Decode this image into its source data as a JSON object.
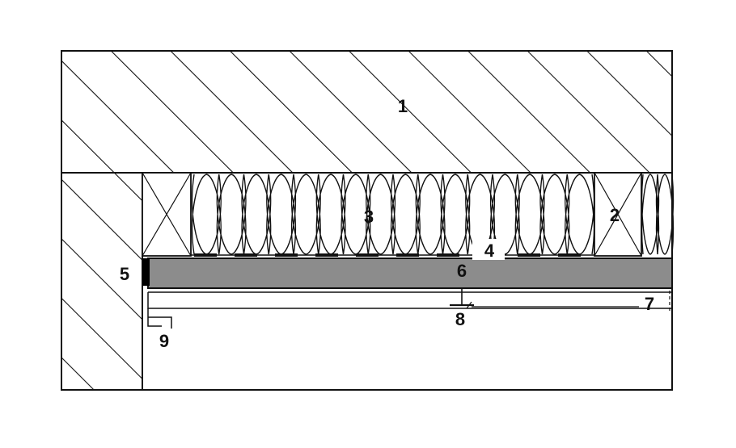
{
  "diagram": {
    "labels": [
      {
        "id": "1",
        "text": "1"
      },
      {
        "id": "2",
        "text": "2"
      },
      {
        "id": "3",
        "text": "3"
      },
      {
        "id": "4",
        "text": "4"
      },
      {
        "id": "5",
        "text": "5"
      },
      {
        "id": "6",
        "text": "6"
      },
      {
        "id": "7",
        "text": "7"
      },
      {
        "id": "8",
        "text": "8"
      },
      {
        "id": "9",
        "text": "9"
      }
    ],
    "colors": {
      "line": "#111111",
      "board": "#8c8c8c",
      "sealant": "#000000",
      "background": "#ffffff"
    }
  }
}
